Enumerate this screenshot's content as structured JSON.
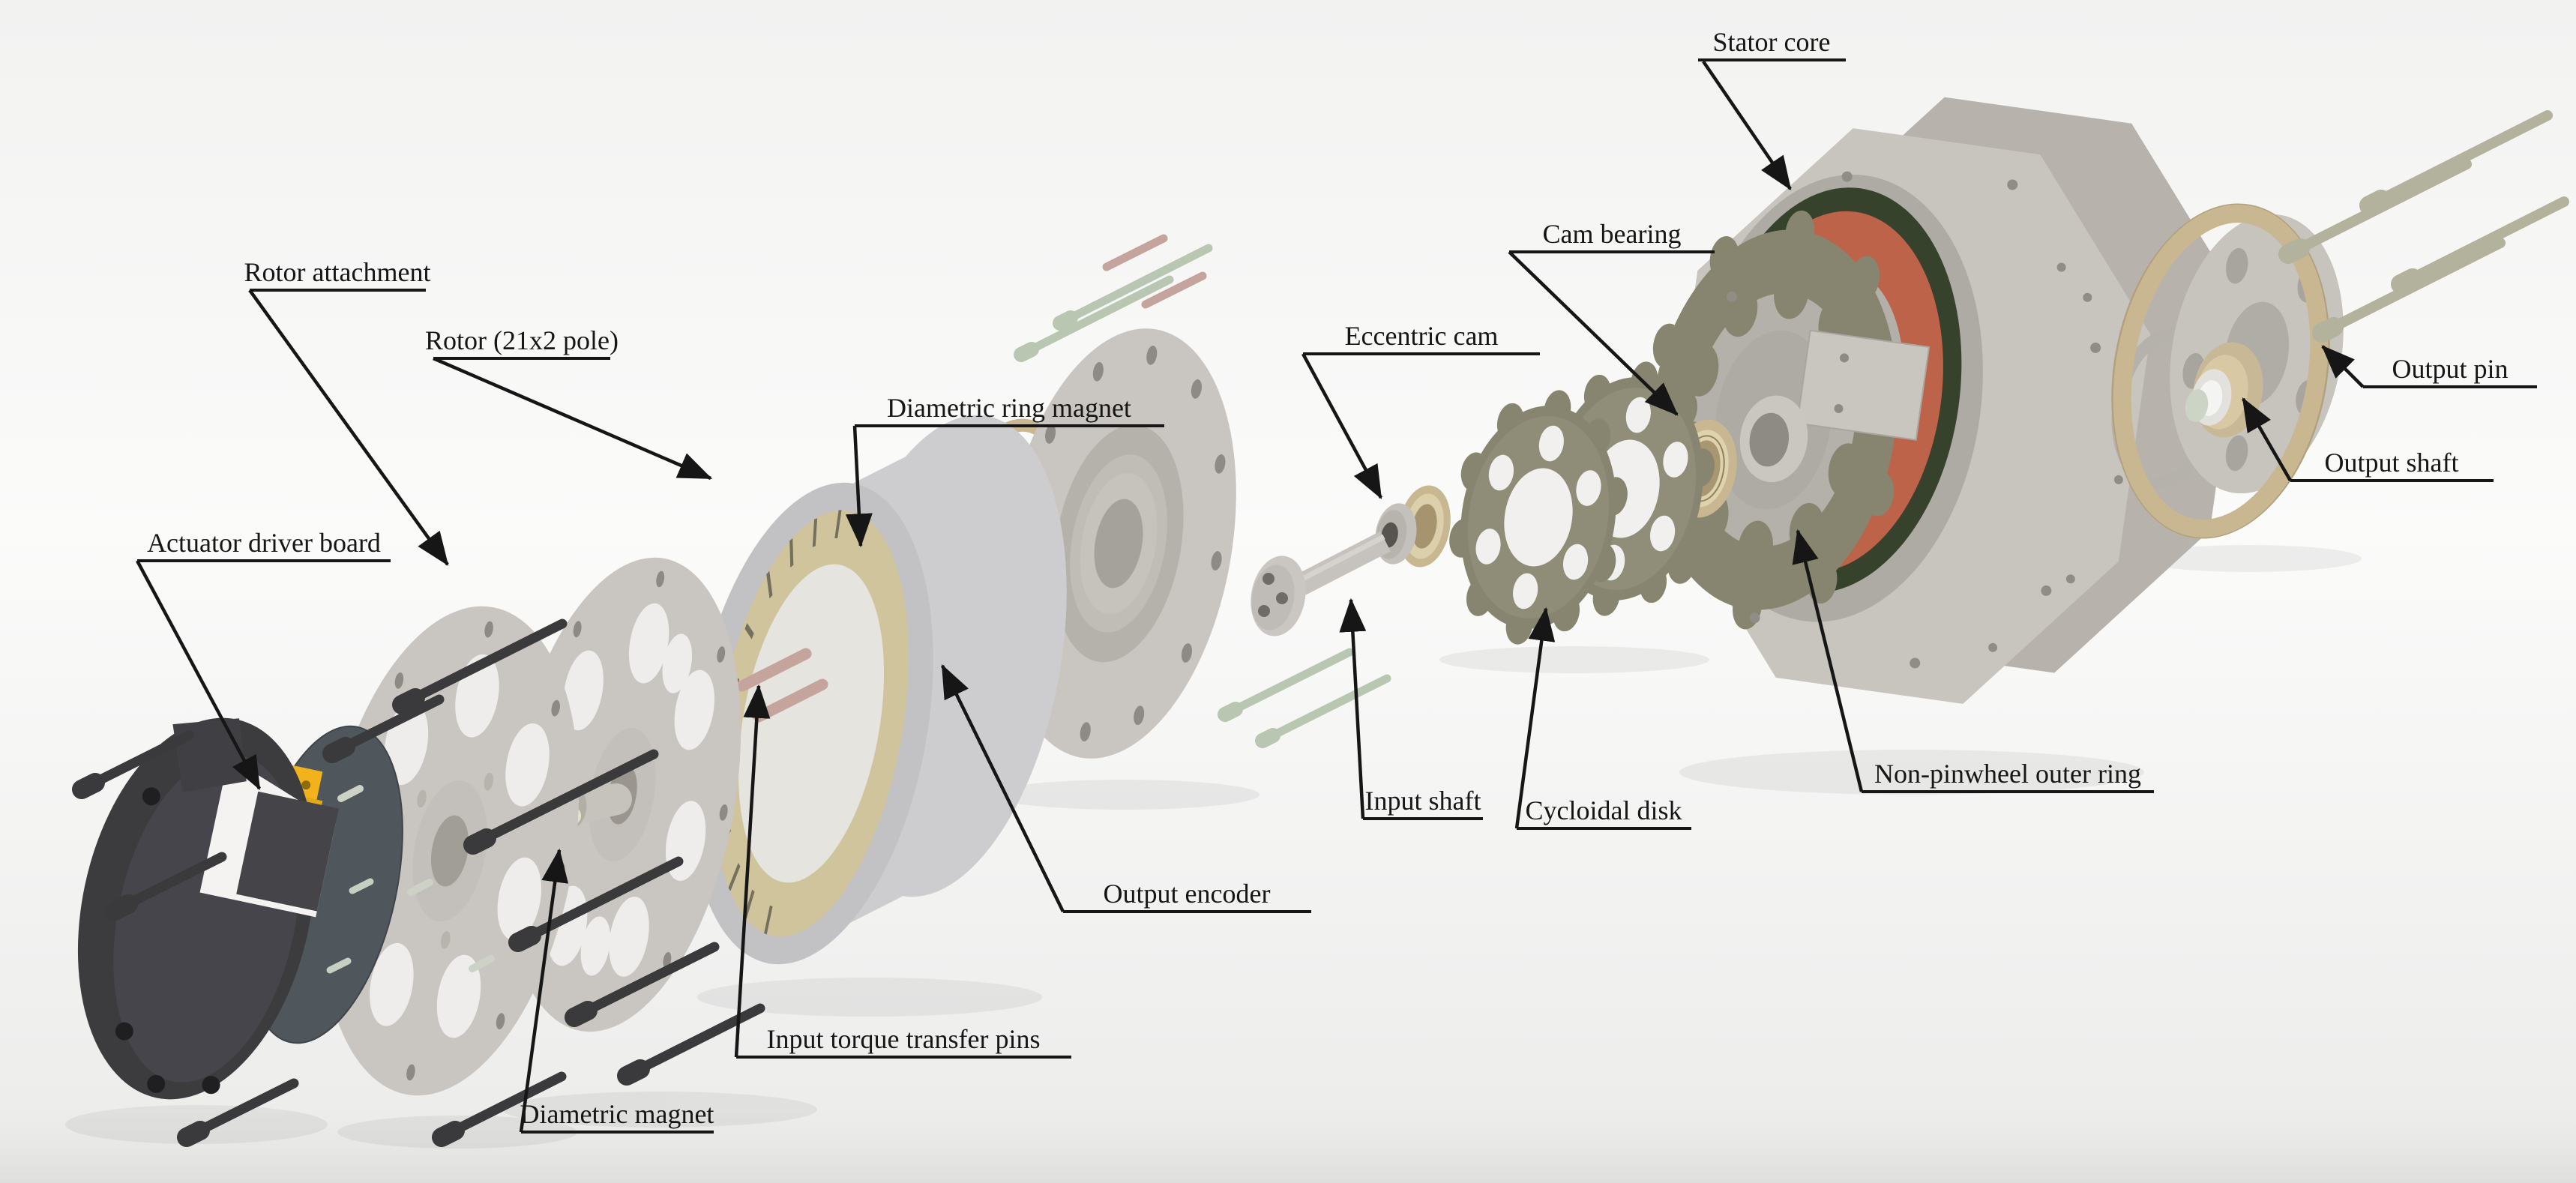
{
  "figure": {
    "kind": "exploded-view-technical-illustration",
    "background_top": "#f2f2f1",
    "background_mid": "#fbfbfa",
    "background_bottom": "#ebebea"
  },
  "palette": {
    "label_ink": "#161616",
    "housing_gray": "#c8c4be",
    "housing_side": "#b7b3ac",
    "plate_gray": "#c9c5c0",
    "plate_hole": "#efedeb",
    "dark_cap": "#3c3b3d",
    "pcb_slate": "#4f565c",
    "connector_yellow": "#f2b21c",
    "magnet_khaki": "#cfc49c",
    "magnet_cream": "#efe8cb",
    "bearing_tan": "#c8b790",
    "cycloid_olive": "#87856f",
    "stator_orange": "#bc6349",
    "stator_green": "#36422c",
    "pin_pink": "#c6a49e",
    "screw_green": "#b9c6b2",
    "screw_black": "#3a393b",
    "rotor_shell": "#cdcdcf",
    "output_pin_olive": "#b3b29c"
  },
  "labels": [
    {
      "id": "stator-core",
      "text": "Stator core"
    },
    {
      "id": "cam-bearing",
      "text": "Cam bearing"
    },
    {
      "id": "eccentric-cam",
      "text": "Eccentric cam"
    },
    {
      "id": "rotor-attachment",
      "text": "Rotor attachment"
    },
    {
      "id": "rotor-21x2-pole",
      "text": "Rotor (21x2 pole)"
    },
    {
      "id": "diametric-ring-magnet",
      "text": "Diametric ring magnet"
    },
    {
      "id": "actuator-driver-board",
      "text": "Actuator driver board"
    },
    {
      "id": "output-pin",
      "text": "Output pin"
    },
    {
      "id": "output-shaft",
      "text": "Output shaft"
    },
    {
      "id": "input-shaft",
      "text": "Input shaft"
    },
    {
      "id": "cycloidal-disk",
      "text": "Cycloidal disk"
    },
    {
      "id": "non-pinwheel-outer-ring",
      "text": "Non-pinwheel outer ring"
    },
    {
      "id": "output-encoder",
      "text": "Output encoder"
    },
    {
      "id": "input-torque-transfer-pins",
      "text": "Input torque transfer pins"
    },
    {
      "id": "diametric-magnet",
      "text": "Diametric magnet"
    }
  ]
}
